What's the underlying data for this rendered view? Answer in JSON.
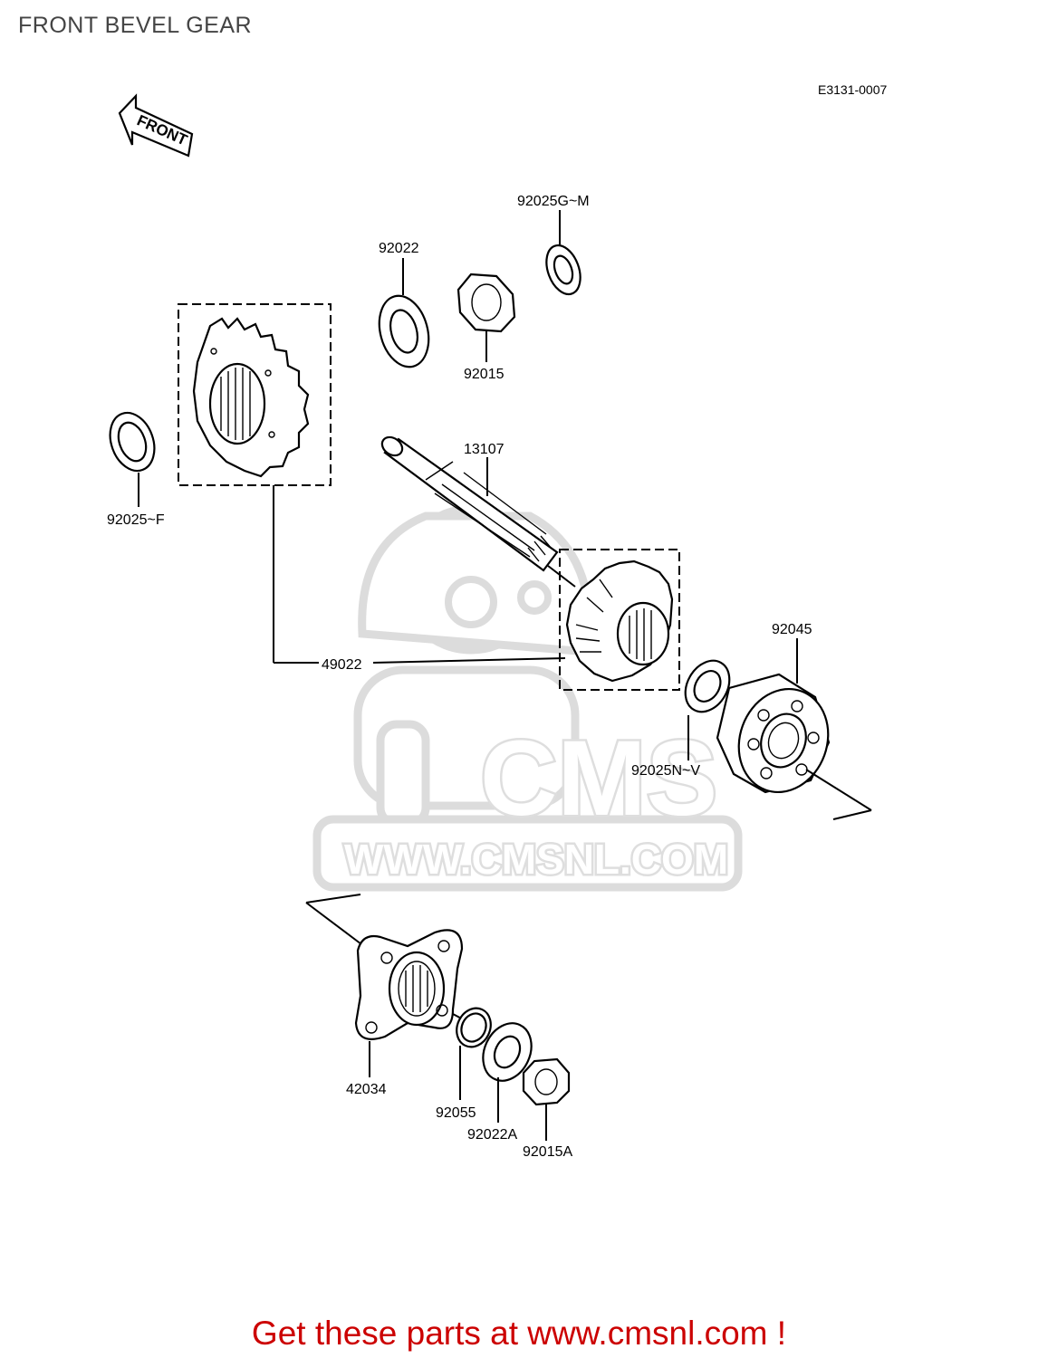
{
  "header": {
    "title": "FRONT BEVEL GEAR"
  },
  "diagram": {
    "code": "E3131-0007",
    "front_arrow_label": "FRONT",
    "watermark": {
      "brand": "CMS",
      "url": "WWW.CMSNL.COM",
      "color": "#dedede"
    },
    "labels": {
      "p92025GM": "92025G~M",
      "p92022": "92022",
      "p92015": "92015",
      "p13107": "13107",
      "p92025F": "92025~F",
      "p49022": "49022",
      "p92045": "92045",
      "p92025NV": "92025N~V",
      "p42034": "42034",
      "p92055": "92055",
      "p92022A": "92022A",
      "p92015A": "92015A"
    }
  },
  "footer": {
    "text": "Get these parts at www.cmsnl.com !",
    "color": "#cc0000"
  }
}
